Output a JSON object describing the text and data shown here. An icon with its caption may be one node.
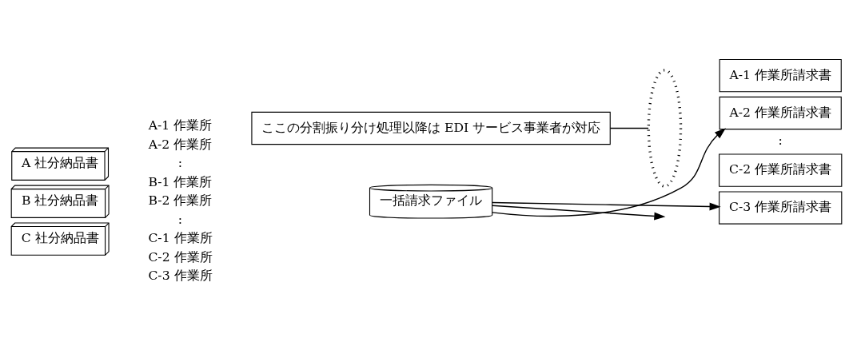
{
  "diagram": {
    "nodes": [
      {
        "text": [
          "A 社分納品書"
        ]
      },
      {
        "text": [
          "B 社分納品書"
        ]
      },
      {
        "text": [
          "C 社分納品書"
        ]
      },
      {
        "text": [
          "一括請求ファイル"
        ]
      },
      {
        "text": [],
        "shape": "ellipse"
      },
      {
        "text": [
          "A-1 作業所請求書"
        ]
      },
      {
        "text": [
          "A-2 作業所請求書"
        ]
      },
      {
        "text": [
          "C-2 作業所請求書"
        ]
      },
      {
        "text": [
          "C-3 作業所請求書"
        ]
      },
      {
        "text": [
          "ここの分割振り分け処理以降は EDI サービス事業者が対応"
        ]
      }
    ],
    "edges": [
      {
        "from": 3,
        "to": 6,
        "arrow": "to"
      },
      {
        "from": 3,
        "to": null,
        "arrow": "to"
      },
      {
        "from": 3,
        "to": 8,
        "arrow": "to"
      },
      {
        "from": 9,
        "to": 4,
        "arrow": "none"
      }
    ],
    "labels": [
      "A-1 作業所",
      "A-2 作業所",
      ":",
      "B-1 作業所",
      "B-2 作業所",
      ":",
      "C-1 作業所",
      "C-2 作業所",
      "C-3 作業所",
      ":"
    ]
  }
}
